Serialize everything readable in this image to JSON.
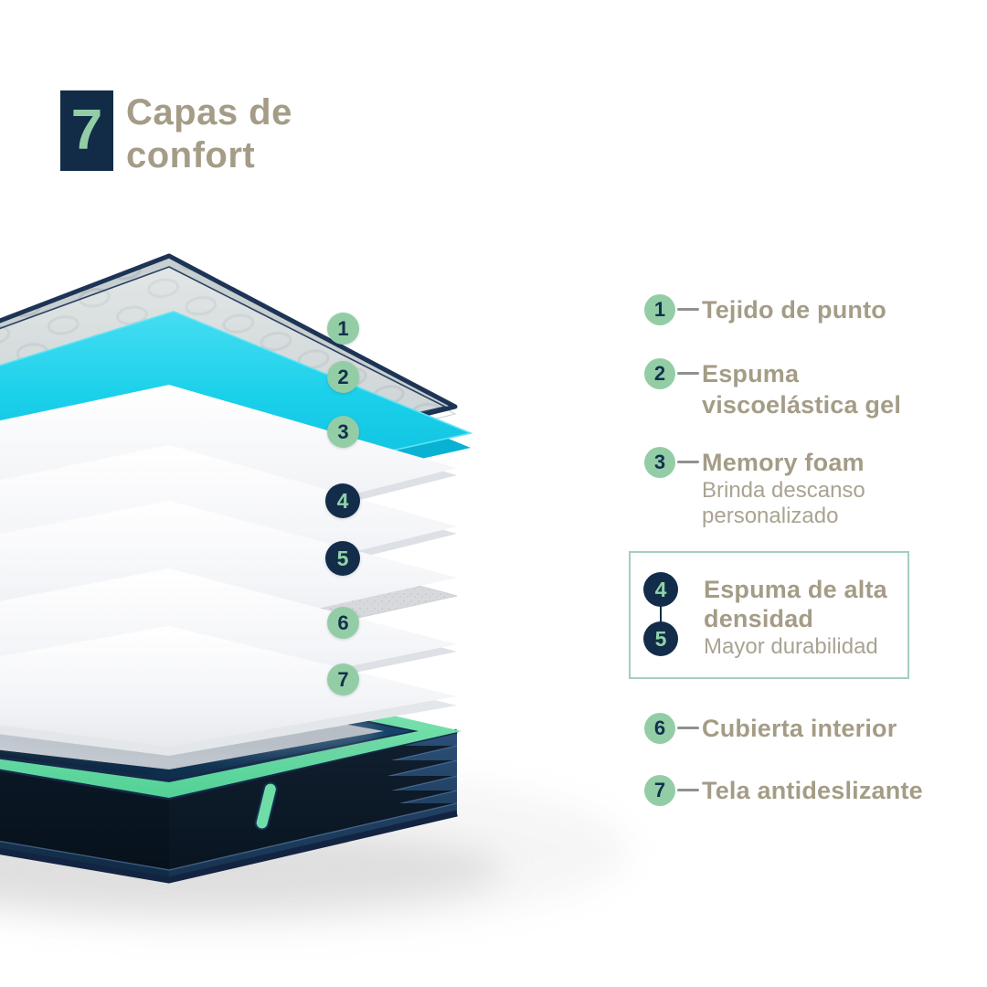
{
  "header": {
    "badge_number": "7",
    "title_line1": "Capas de",
    "title_line2": "confort"
  },
  "mattress": {
    "badges": [
      {
        "number": "1",
        "style": "green"
      },
      {
        "number": "2",
        "style": "green"
      },
      {
        "number": "3",
        "style": "green"
      },
      {
        "number": "4",
        "style": "navy"
      },
      {
        "number": "5",
        "style": "navy"
      },
      {
        "number": "6",
        "style": "green"
      },
      {
        "number": "7",
        "style": "green"
      }
    ]
  },
  "legend": {
    "items": [
      {
        "number": "1",
        "label": "Tejido de punto"
      },
      {
        "number": "2",
        "label": "Espuma viscoelástica gel"
      },
      {
        "number": "3",
        "label": "Memory foam",
        "sublabel": "Brinda descanso personalizado"
      },
      {
        "numbers": [
          "4",
          "5"
        ],
        "label": "Espuma de alta densidad",
        "sublabel": "Mayor durabilidad",
        "boxed": true
      },
      {
        "number": "6",
        "label": "Cubierta interior"
      },
      {
        "number": "7",
        "label": "Tela antideslizante"
      }
    ]
  },
  "colors": {
    "navy": "#132c49",
    "mint_green": "#93cda6",
    "cyan_layer": "#1bd0ea",
    "taupe_text": "#a49c86",
    "taupe_subtext": "#aaa392",
    "box_border": "#a5cec0",
    "base_band_green": "#5fd89f"
  }
}
